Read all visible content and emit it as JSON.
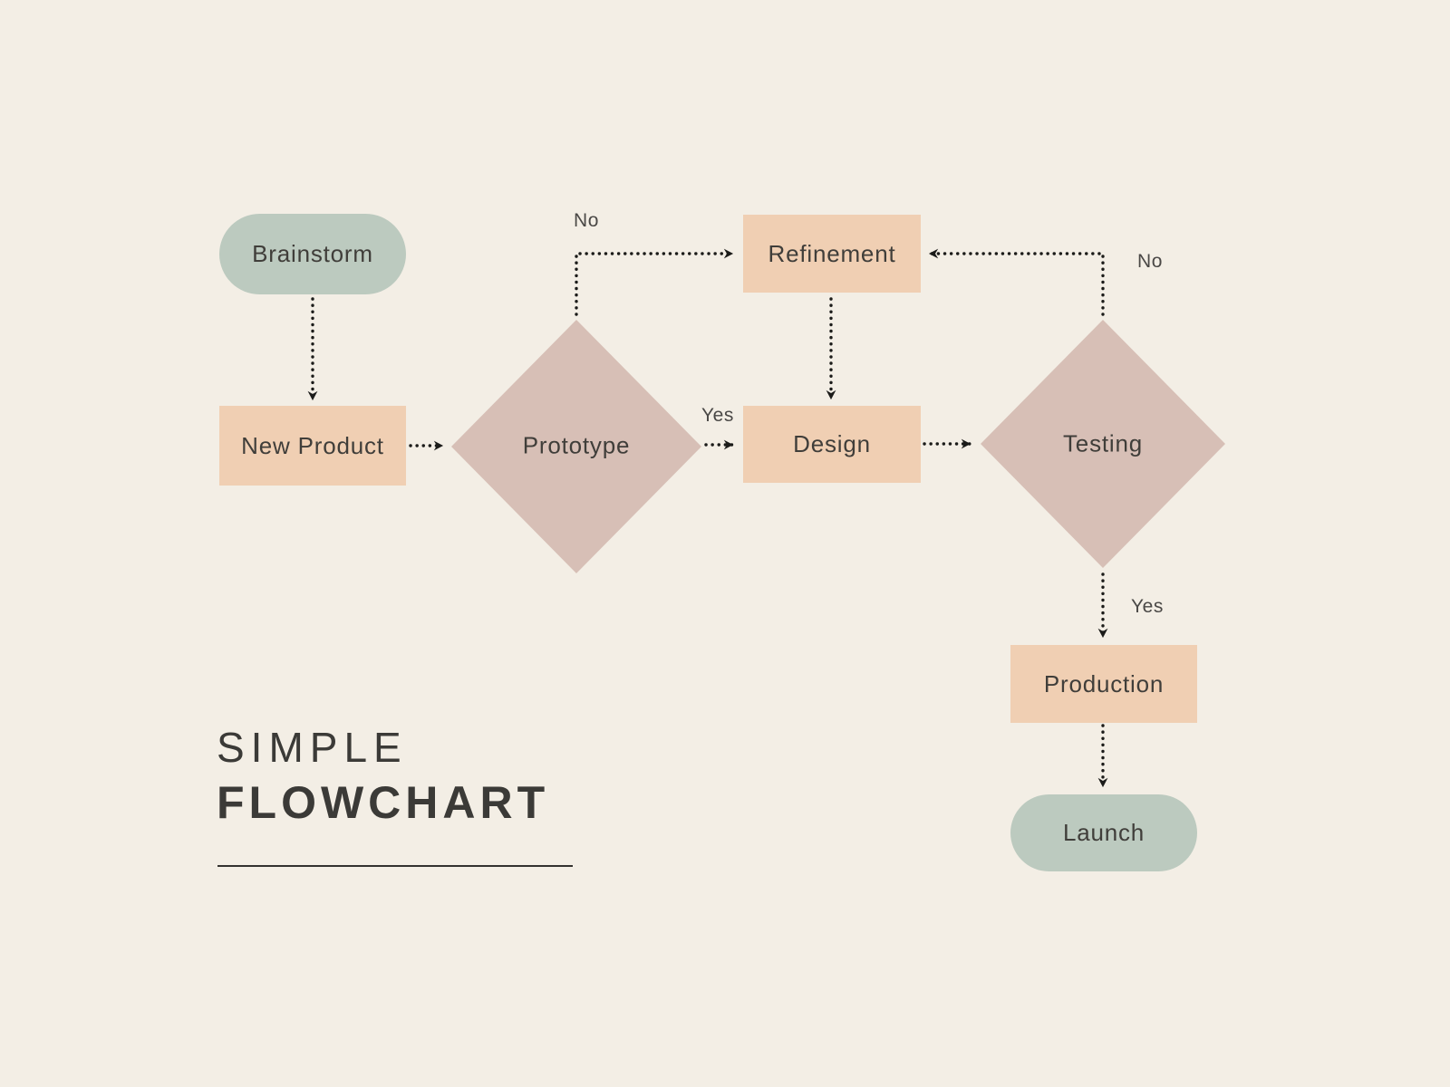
{
  "canvas": {
    "background": "#f3eee5"
  },
  "title": {
    "line1": "SIMPLE",
    "line2": "FLOWCHART"
  },
  "colors": {
    "terminal_fill": "#bccabf",
    "process_fill": "#f0cfb3",
    "decision_fill": "#d7bfb6",
    "node_text": "#403e3a",
    "edge_label_text": "#4a4846",
    "connector": "#1b1b19",
    "title_text": "#3b3a37"
  },
  "nodes": [
    {
      "id": "brainstorm",
      "type": "terminal",
      "label": "Brainstorm"
    },
    {
      "id": "new-product",
      "type": "process",
      "label": "New Product"
    },
    {
      "id": "prototype",
      "type": "decision",
      "label": "Prototype"
    },
    {
      "id": "refinement",
      "type": "process",
      "label": "Refinement"
    },
    {
      "id": "design",
      "type": "process",
      "label": "Design"
    },
    {
      "id": "testing",
      "type": "decision",
      "label": "Testing"
    },
    {
      "id": "production",
      "type": "process",
      "label": "Production"
    },
    {
      "id": "launch",
      "type": "terminal",
      "label": "Launch"
    }
  ],
  "edges": [
    {
      "from": "brainstorm",
      "to": "new-product"
    },
    {
      "from": "new-product",
      "to": "prototype"
    },
    {
      "from": "prototype",
      "to": "refinement",
      "label": "No"
    },
    {
      "from": "prototype",
      "to": "design",
      "label": "Yes"
    },
    {
      "from": "refinement",
      "to": "design"
    },
    {
      "from": "design",
      "to": "testing"
    },
    {
      "from": "testing",
      "to": "refinement",
      "label": "No"
    },
    {
      "from": "testing",
      "to": "production",
      "label": "Yes"
    },
    {
      "from": "production",
      "to": "launch"
    }
  ]
}
